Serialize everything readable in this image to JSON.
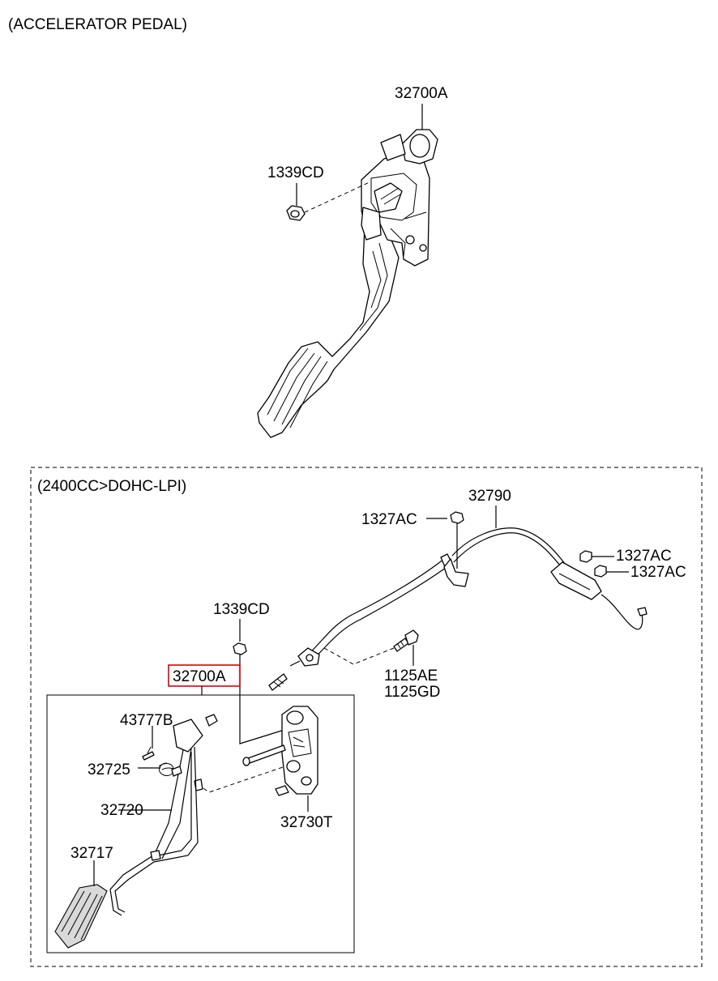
{
  "title": "(ACCELERATOR PEDAL)",
  "variant_label": "(2400CC>DOHC-LPI)",
  "highlight_color": "#e00000",
  "top_assembly": {
    "labels": {
      "pedal_assembly": "32700A",
      "nut": "1339CD"
    }
  },
  "lower_assembly": {
    "labels": {
      "cable": "32790",
      "nut_upper": "1327AC",
      "nut_right_1": "1327AC",
      "nut_right_2": "1327AC",
      "nut_mid": "1339CD",
      "pedal_assembly_highlighted": "32700A",
      "bolt_1": "1125AE",
      "bolt_2": "1125GD",
      "clip": "43777B",
      "spring": "32725",
      "arm": "32720",
      "pad": "32717",
      "bracket": "32730T"
    }
  }
}
